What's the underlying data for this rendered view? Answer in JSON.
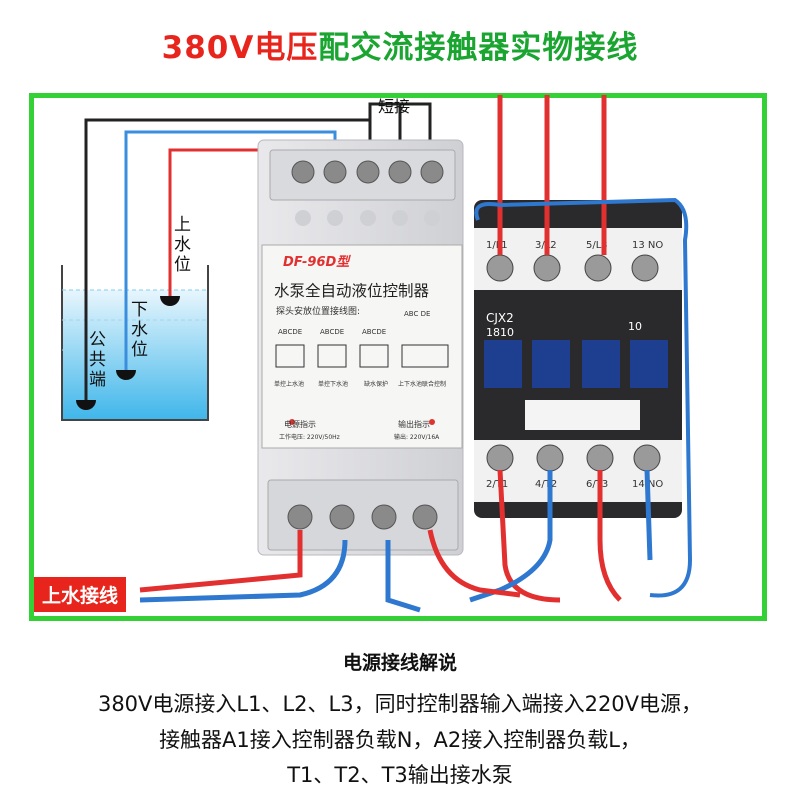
{
  "title": {
    "red_part": "380V电压",
    "green_part": "配交流接触器实物接线"
  },
  "labels": {
    "short_connect": "短接",
    "upper_level": "上水位",
    "lower_level": "下水位",
    "common": "公共端",
    "badge": "上水接线"
  },
  "controller": {
    "model": "DF-96D型",
    "name": "水泵全自动液位控制器",
    "probe_title": "探头安放位置接线图:",
    "terminals_top": [
      "A",
      "B",
      "C",
      "D",
      "E"
    ],
    "captions": [
      "单控上水池",
      "单控下水池",
      "缺水保护",
      "上下水池联合控制"
    ],
    "power_label": "电源指示",
    "power_spec": "工作电压: 220V/50Hz",
    "output_label": "输出指示",
    "output_spec": "输出: 220V/16A"
  },
  "contactor": {
    "top_terminals": [
      "1/L1",
      "3/L2",
      "5/L3",
      "13 NO"
    ],
    "bottom_terminals": [
      "2/T1",
      "4/T2",
      "6/T3",
      "14 NO"
    ],
    "model": "CJX2",
    "rating": "1810",
    "aux": "10"
  },
  "explanation": {
    "heading": "电源接线解说",
    "line1": "380V电源接入L1、L2、L3，同时控制器输入端接入220V电源，",
    "line2": "接触器A1接入控制器负载N，A2接入控制器负载L，",
    "line3": "T1、T2、T3输出接水泵"
  },
  "colors": {
    "red_wire": "#e23030",
    "blue_wire": "#2f78d0",
    "frame_green": "#34d136",
    "title_red": "#e8251c",
    "title_green": "#1aa531"
  }
}
